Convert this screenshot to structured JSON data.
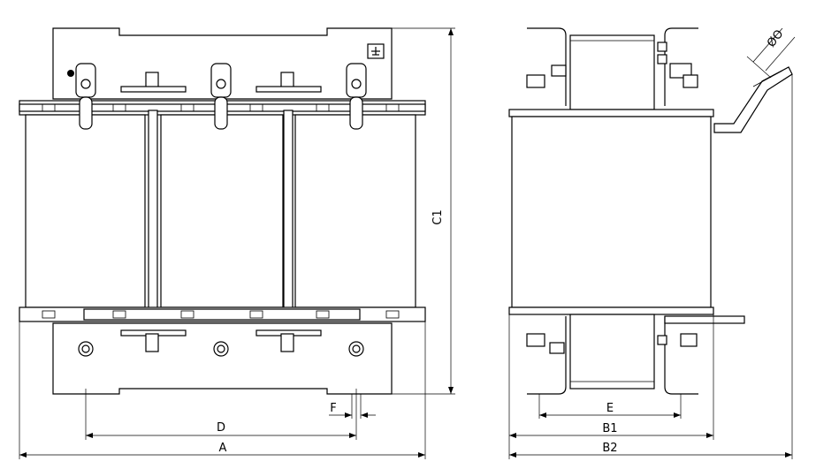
{
  "dimensions": {
    "A": "A",
    "B1": "B1",
    "B2": "B2",
    "C1": "C1",
    "D": "D",
    "E": "E",
    "F": "F",
    "O": "ØO"
  }
}
